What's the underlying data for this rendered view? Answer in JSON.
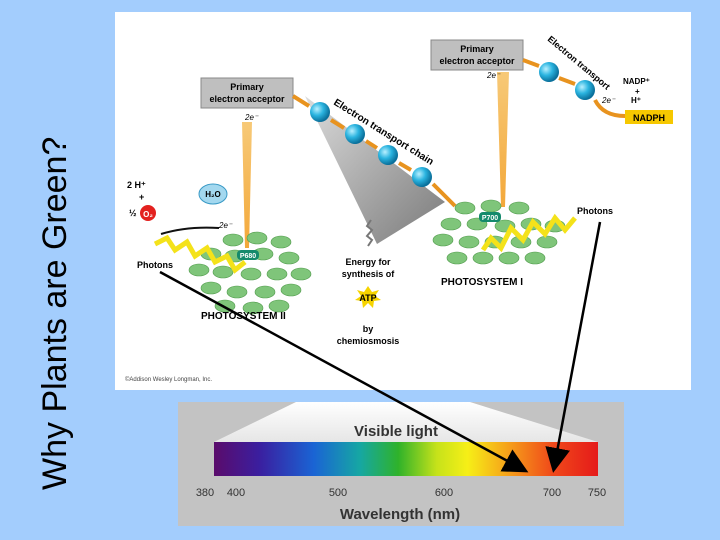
{
  "slide_title": "Why Plants are Green?",
  "diagram": {
    "primary_acceptor_left": [
      "Primary",
      "electron acceptor"
    ],
    "primary_acceptor_right": [
      "Primary",
      "electron acceptor"
    ],
    "etc_label": "Electron transport chain",
    "electron_transport_right": "Electron transport",
    "two_e": "2e⁻",
    "two_h": "2 H⁺",
    "plus": "+",
    "half": "½",
    "o2": "O₂",
    "h2o": "H₂O",
    "photons_left": "Photons",
    "photons_right": "Photons",
    "p680": "P680",
    "p700": "P700",
    "ps2": "PHOTOSYSTEM II",
    "ps1": "PHOTOSYSTEM I",
    "energy": [
      "Energy for",
      "synthesis of"
    ],
    "atp": "ATP",
    "by": [
      "by",
      "chemiosmosis"
    ],
    "nadp": "NADP⁺",
    "h_plus": "H⁺",
    "nadph": "NADPH",
    "copyright": "©Addison Wesley Longman, Inc."
  },
  "spectrum": {
    "title": "Visible light",
    "ticks": [
      "380",
      "400",
      "500",
      "600",
      "700",
      "750"
    ],
    "xlabel": "Wavelength (nm)"
  }
}
